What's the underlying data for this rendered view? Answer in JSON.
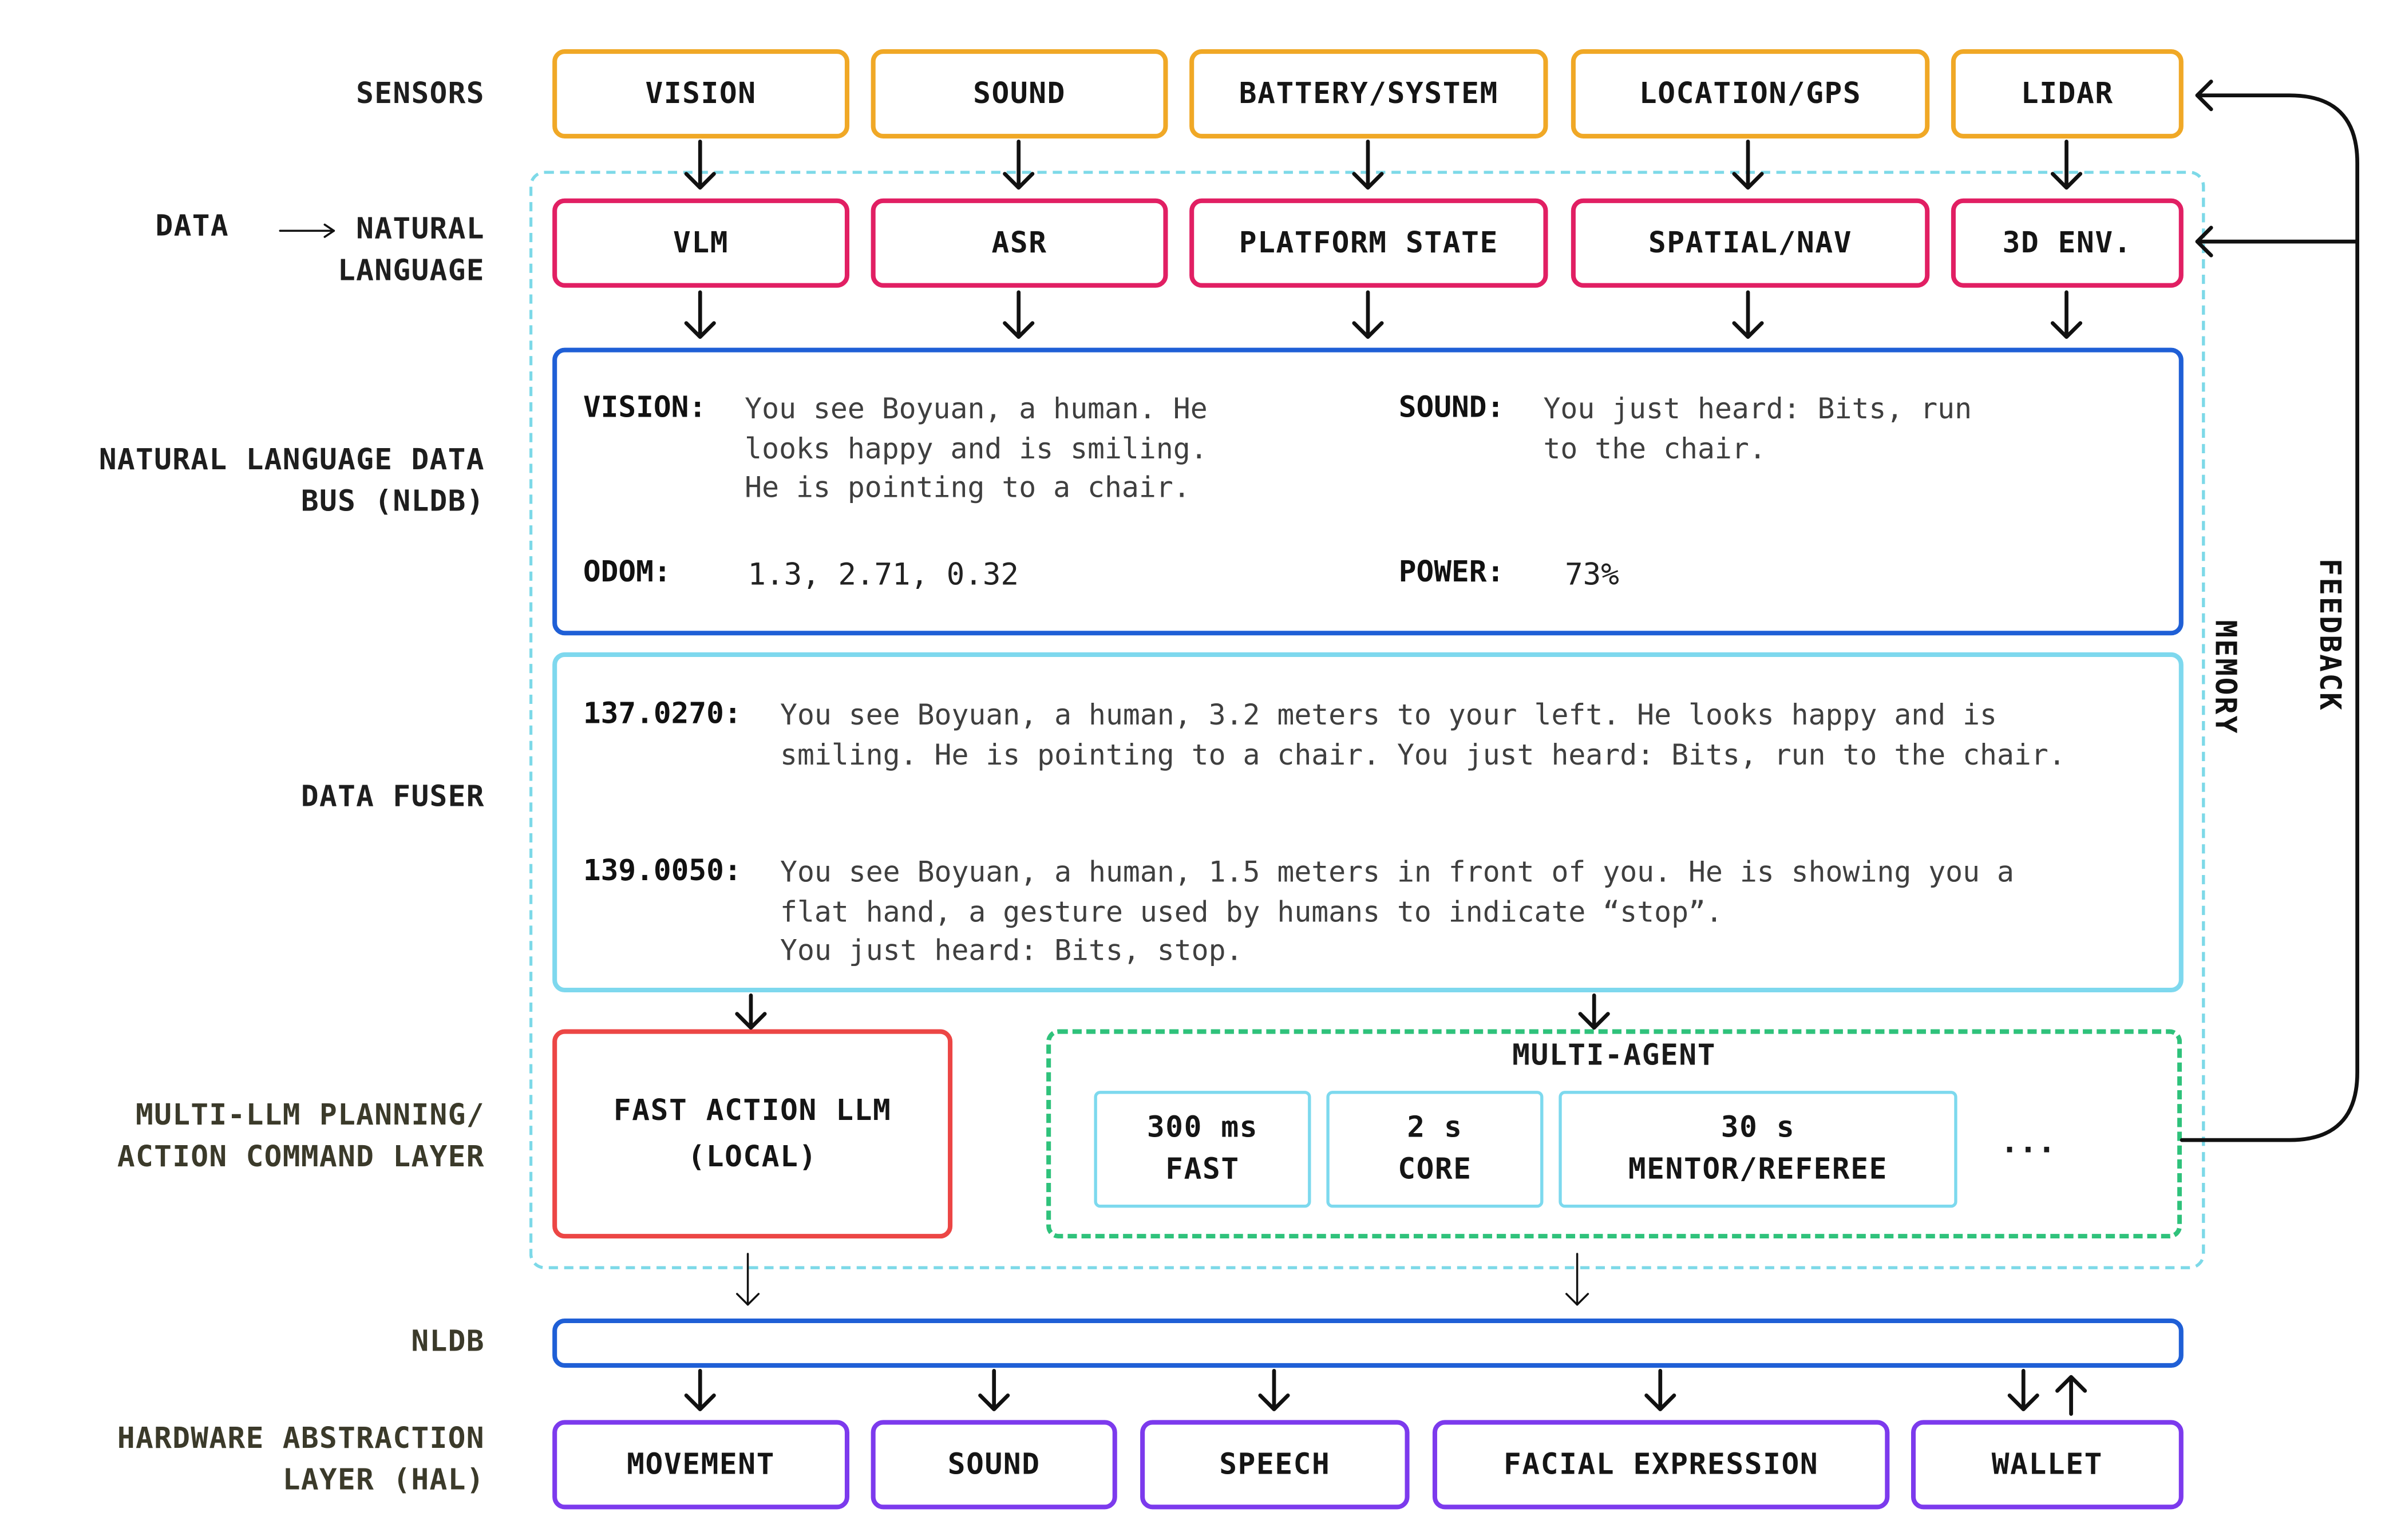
{
  "layers": {
    "sensors": "SENSORS",
    "data": "DATA",
    "natural": "NATURAL",
    "language": "LANGUAGE",
    "nldb_line1": "NATURAL LANGUAGE DATA",
    "nldb_line2": "BUS (NLDB)",
    "fuser": "DATA FUSER",
    "planning_line1": "MULTI-LLM PLANNING/",
    "planning_line2": "ACTION COMMAND LAYER",
    "nldb": "NLDB",
    "hal_line1": "HARDWARE ABSTRACTION",
    "hal_line2": "LAYER (HAL)"
  },
  "sensors": [
    "VISION",
    "SOUND",
    "BATTERY/SYSTEM",
    "LOCATION/GPS",
    "LIDAR"
  ],
  "natural_language": [
    "VLM",
    "ASR",
    "PLATFORM STATE",
    "SPATIAL/NAV",
    "3D ENV."
  ],
  "nldb_panel": {
    "vision_key": "VISION:",
    "vision_text": "You see Boyuan, a human. He\nlooks happy and is smiling.\nHe is pointing to a chair.",
    "sound_key": "SOUND:",
    "sound_text": "You just heard: Bits, run\nto the chair.",
    "odom_key": "ODOM:",
    "odom_text": "1.3, 2.71, 0.32",
    "power_key": "POWER:",
    "power_text": "73%"
  },
  "fuser_panel": {
    "t1": "137.0270:",
    "t1_text": "You see Boyuan, a human, 3.2 meters to your left. He looks happy and is\nsmiling. He is pointing to a chair. You just heard: Bits, run to the chair.",
    "t2": "139.0050:",
    "t2_text": "You see Boyuan, a human, 1.5 meters in front of you. He is showing you a\nflat hand, a gesture used by humans to indicate “stop”.\nYou just heard: Bits, stop."
  },
  "planning": {
    "fast_line1": "FAST ACTION LLM",
    "fast_line2": "(LOCAL)",
    "multi_agent": "MULTI-AGENT",
    "agents": [
      {
        "line1": "300 ms",
        "line2": "FAST"
      },
      {
        "line1": "2 s",
        "line2": "CORE"
      },
      {
        "line1": "30 s",
        "line2": "MENTOR/REFEREE"
      }
    ],
    "more": "..."
  },
  "hal": [
    "MOVEMENT",
    "SOUND",
    "SPEECH",
    "FACIAL EXPRESSION",
    "WALLET"
  ],
  "side": {
    "memory": "MEMORY",
    "feedback": "FEEDBACK"
  },
  "colors": {
    "sensor": "#f0a826",
    "natural_language": "#e11f63",
    "nldb": "#1f5fd6",
    "fuser": "#7ed8ee",
    "fast_llm": "#ec4645",
    "multi_agent": "#2fc27b",
    "hal": "#7c3aed"
  }
}
